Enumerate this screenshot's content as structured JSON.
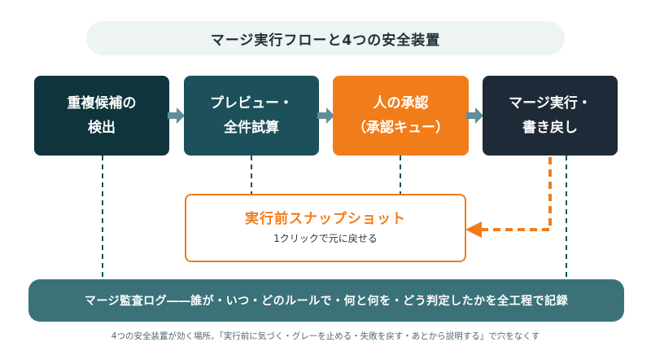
{
  "title": "マージ実行フローと4つの安全装置",
  "steps": [
    {
      "line1": "重複候補の",
      "line2": "検出"
    },
    {
      "line1": "プレビュー・",
      "line2": "全件試算"
    },
    {
      "line1": "人の承認",
      "line2": "（承認キュー）"
    },
    {
      "line1": "マージ実行・",
      "line2": "書き戻し"
    }
  ],
  "snapshot": {
    "title": "実行前スナップショット",
    "subtitle": "1クリックで元に戻せる"
  },
  "audit_log": "マージ監査ログ――誰が・いつ・どのルールで・何と何を・どう判定したかを全工程で記録",
  "caption": "4つの安全装置が効く場所。「実行前に気づく・グレーを止める・失敗を戻す・あとから説明する」で穴をなくす",
  "colors": {
    "step1": "#0f343c",
    "step2": "#1c505a",
    "step3_accent": "#f07d1a",
    "step4": "#1e2a37",
    "audit_bar": "#3b7279",
    "connector": "#1c505a",
    "arrow": "#5e8f96"
  }
}
